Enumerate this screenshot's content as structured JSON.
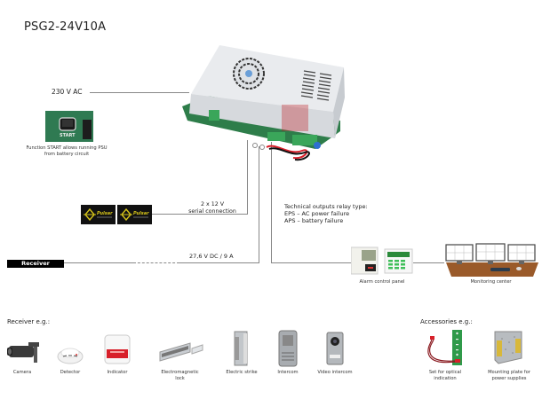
{
  "title": "PSG2-24V10A",
  "power_input_label": "230 V AC",
  "start_function": {
    "caption_line1": "Function START allows running PSU",
    "caption_line2": "from battery circuit",
    "button_label": "START"
  },
  "battery": {
    "label_line1": "2 x 12 V",
    "label_line2": "serial connection",
    "brand": "Pulsar"
  },
  "output_label": "27,6 V DC / 9 A",
  "receiver_box_label": "Receiver",
  "relay_info": {
    "line1": "Technical outputs relay type:",
    "line2": "EPS – AC power failure",
    "line3": "APS – battery failure"
  },
  "alarm_panel_label": "Alarm control panel",
  "monitoring_center_label": "Monitoring center",
  "receivers": {
    "heading": "Receiver e.g.:",
    "items": [
      {
        "label": "Camera"
      },
      {
        "label": "Detector"
      },
      {
        "label": "Indicator"
      },
      {
        "label_line1": "Electromagnetic",
        "label_line2": "lock"
      },
      {
        "label": "Electric strike"
      },
      {
        "label": "Intercom"
      },
      {
        "label": "Video intercom"
      }
    ]
  },
  "accessories": {
    "heading": "Accessories e.g.:",
    "items": [
      {
        "label_line1": "Set for optical",
        "label_line2": "indication"
      },
      {
        "label_line1": "Mounting plate for",
        "label_line2": "power supplies"
      }
    ]
  },
  "colors": {
    "line": "#888888",
    "pcb_green": "#2e7d4a",
    "terminal_green": "#3aa65a",
    "pulsar_yellow": "#d4c21a",
    "indicator_red": "#d8202a",
    "desk_brown": "#9a5a2a"
  }
}
